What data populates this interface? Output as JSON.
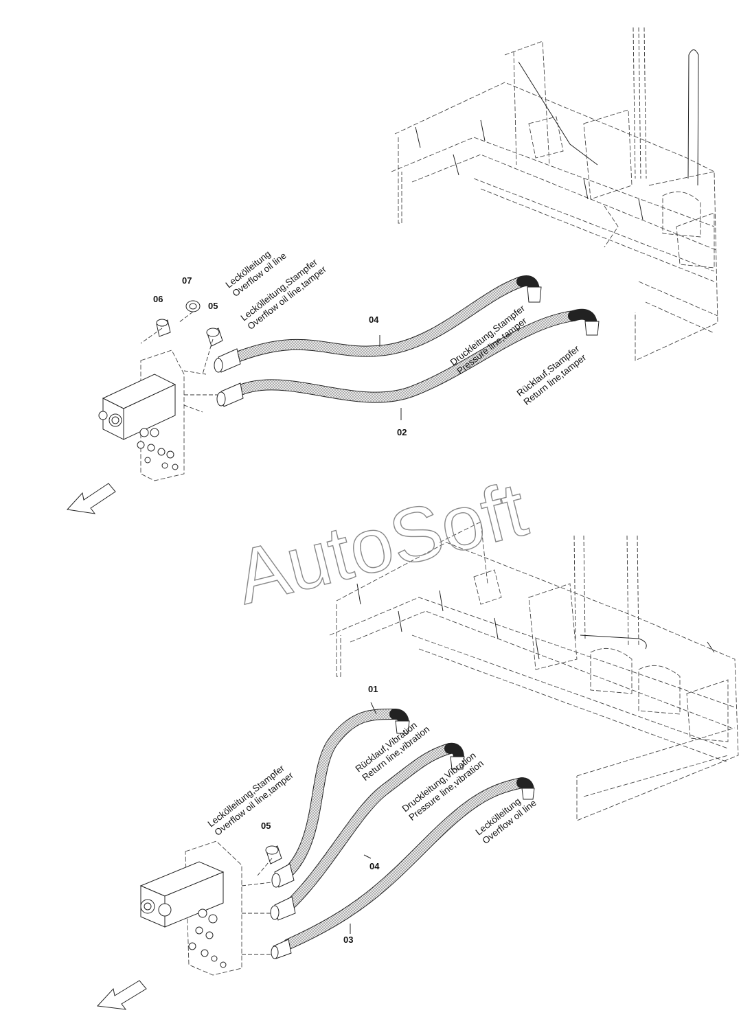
{
  "watermark": "AutoSoft",
  "top_group": {
    "part_numbers": {
      "p06": "06",
      "p07": "07",
      "p05": "05",
      "p04": "04",
      "p02": "02"
    },
    "labels": {
      "overflow_de": "Leckölleitung",
      "overflow_en": "Overflow oil line",
      "overflow_tamper_de": "Leckölleitung,Stampfer",
      "overflow_tamper_en": "Overflow oil line,tamper",
      "pressure_tamper_de": "Druckleitung,Stampfer",
      "pressure_tamper_en": "Pressure line,tamper",
      "return_tamper_de": "Rücklauf,Stampfer",
      "return_tamper_en": "Return line,tamper"
    }
  },
  "bottom_group": {
    "part_numbers": {
      "p01": "01",
      "p05": "05",
      "p04": "04",
      "p03": "03"
    },
    "labels": {
      "overflow_tamper_de": "Leckölleitung,Stampfer",
      "overflow_tamper_en": "Overflow oil line,tamper",
      "return_vibration_de": "Rücklauf,Vibration",
      "return_vibration_en": "Return line,vibration",
      "pressure_vibration_de": "Druckleitung,Vibration",
      "pressure_vibration_en": "Pressure line,vibration",
      "overflow_de": "Leckölleitung",
      "overflow_en": "Overflow oil line"
    }
  },
  "icons": [
    "direction-arrow-icon"
  ]
}
